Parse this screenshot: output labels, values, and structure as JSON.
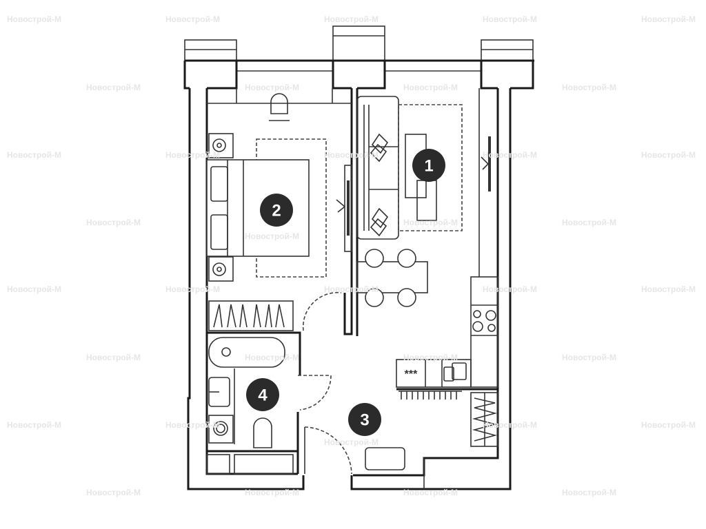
{
  "watermark": "Новострой-М",
  "rooms": [
    {
      "number": "1",
      "type": "living room"
    },
    {
      "number": "2",
      "type": "bedroom"
    },
    {
      "number": "3",
      "type": "hallway-kitchen"
    },
    {
      "number": "4",
      "type": "bathroom"
    }
  ],
  "hob_label": "***",
  "colors": {
    "wall": "#1a1a1a",
    "marker": "#2b2b2b",
    "watermark": "#e6e6e6"
  }
}
